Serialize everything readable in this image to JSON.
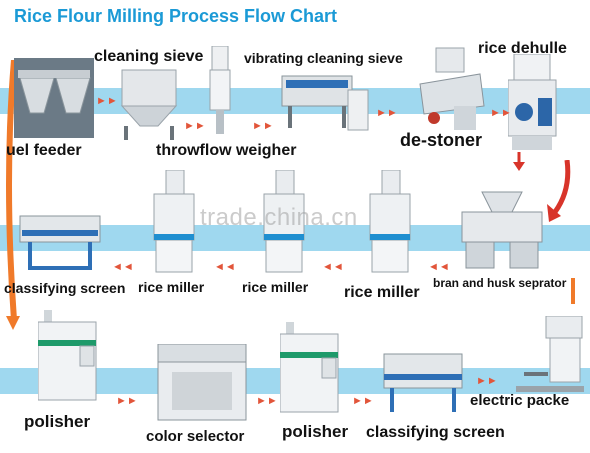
{
  "title": "Rice Flour Milling Process Flow Chart",
  "watermark": "trade.china.cn",
  "colors": {
    "title": "#1b9ad6",
    "band": "#9fd8ef",
    "arrow": "#e2553a",
    "connector": "#f07a2a"
  },
  "row1": {
    "fuel_feeder": "uel feeder",
    "cleaning_sieve": "cleaning sieve",
    "throwflow_weigher": "throwflow weigher",
    "vibrating_cleaning_sieve": "vibrating cleaning sieve",
    "de_stoner": "de-stoner",
    "rice_dehuller": "rice dehulle"
  },
  "row2": {
    "classifying_screen": "classifying screen",
    "rice_miller_1": "rice miller",
    "rice_miller_2": "rice miller",
    "rice_miller_3": "rice miller",
    "bran_husk_separator": "bran and husk seprator"
  },
  "row3": {
    "polisher_1": "polisher",
    "color_selector": "color selector",
    "polisher_2": "polisher",
    "classifying_screen": "classifying screen",
    "electric_packer": "electric packe"
  }
}
